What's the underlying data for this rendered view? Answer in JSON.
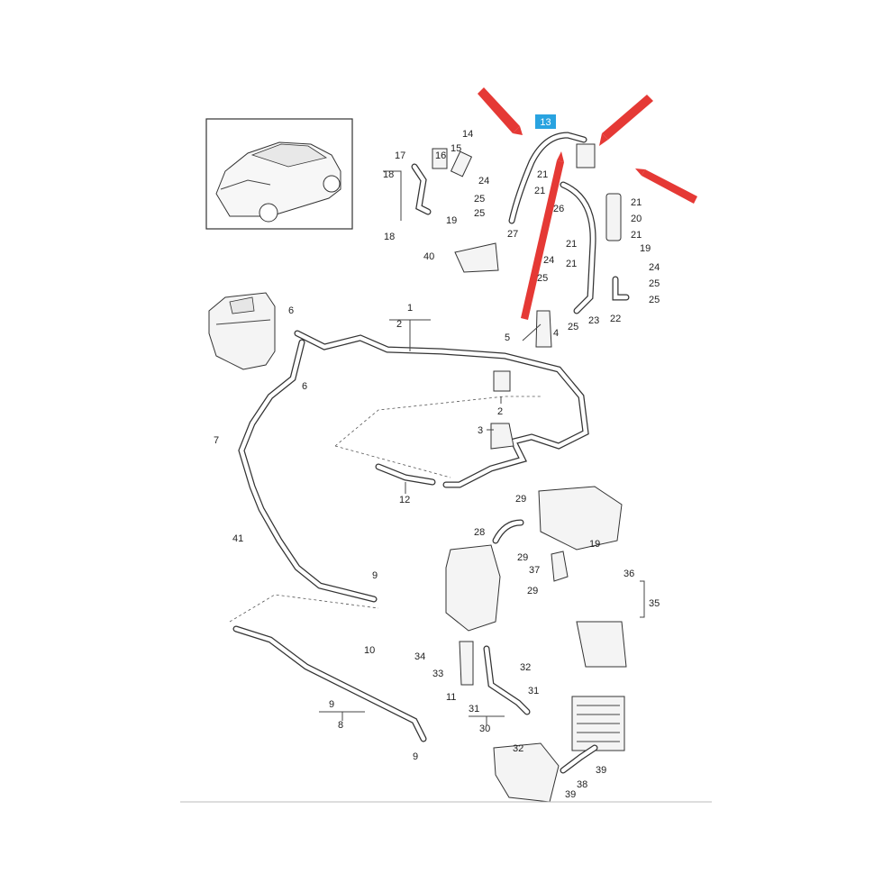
{
  "highlight": {
    "label": "13",
    "color": "#29a3e0"
  },
  "arrow_color": "#e53935",
  "callouts": [
    {
      "id": "c14",
      "text": "14"
    },
    {
      "id": "c15",
      "text": "15"
    },
    {
      "id": "c16",
      "text": "16"
    },
    {
      "id": "c17",
      "text": "17"
    },
    {
      "id": "c18a",
      "text": "18"
    },
    {
      "id": "c18b",
      "text": "18"
    },
    {
      "id": "c19a",
      "text": "19"
    },
    {
      "id": "c24a",
      "text": "24"
    },
    {
      "id": "c25a",
      "text": "25"
    },
    {
      "id": "c25b",
      "text": "25"
    },
    {
      "id": "c27",
      "text": "27"
    },
    {
      "id": "c21a",
      "text": "21"
    },
    {
      "id": "c21b",
      "text": "21"
    },
    {
      "id": "c21c",
      "text": "21"
    },
    {
      "id": "c26",
      "text": "26"
    },
    {
      "id": "c21d",
      "text": "21"
    },
    {
      "id": "c20",
      "text": "20"
    },
    {
      "id": "c21e",
      "text": "21"
    },
    {
      "id": "c21f",
      "text": "21"
    },
    {
      "id": "c19b",
      "text": "19"
    },
    {
      "id": "c24b",
      "text": "24"
    },
    {
      "id": "c24c",
      "text": "24"
    },
    {
      "id": "c25c",
      "text": "25"
    },
    {
      "id": "c25d",
      "text": "25"
    },
    {
      "id": "c25e",
      "text": "25"
    },
    {
      "id": "c23",
      "text": "23"
    },
    {
      "id": "c22",
      "text": "22"
    },
    {
      "id": "c25f",
      "text": "25"
    },
    {
      "id": "c40",
      "text": "40"
    },
    {
      "id": "c1",
      "text": "1"
    },
    {
      "id": "c2a",
      "text": "2"
    },
    {
      "id": "c2b",
      "text": "2"
    },
    {
      "id": "c3",
      "text": "3"
    },
    {
      "id": "c4",
      "text": "4"
    },
    {
      "id": "c5",
      "text": "5"
    },
    {
      "id": "c6a",
      "text": "6"
    },
    {
      "id": "c6b",
      "text": "6"
    },
    {
      "id": "c7",
      "text": "7"
    },
    {
      "id": "c12",
      "text": "12"
    },
    {
      "id": "c41",
      "text": "41"
    },
    {
      "id": "c9a",
      "text": "9"
    },
    {
      "id": "c29a",
      "text": "29"
    },
    {
      "id": "c28",
      "text": "28"
    },
    {
      "id": "c29b",
      "text": "29"
    },
    {
      "id": "c19c",
      "text": "19"
    },
    {
      "id": "c37",
      "text": "37"
    },
    {
      "id": "c36",
      "text": "36"
    },
    {
      "id": "c29c",
      "text": "29"
    },
    {
      "id": "c35",
      "text": "35"
    },
    {
      "id": "c10",
      "text": "10"
    },
    {
      "id": "c34",
      "text": "34"
    },
    {
      "id": "c33",
      "text": "33"
    },
    {
      "id": "c32a",
      "text": "32"
    },
    {
      "id": "c31a",
      "text": "31"
    },
    {
      "id": "c31b",
      "text": "31"
    },
    {
      "id": "c11",
      "text": "11"
    },
    {
      "id": "c9b",
      "text": "9"
    },
    {
      "id": "c8",
      "text": "8"
    },
    {
      "id": "c30",
      "text": "30"
    },
    {
      "id": "c32b",
      "text": "32"
    },
    {
      "id": "c9c",
      "text": "9"
    },
    {
      "id": "c39a",
      "text": "39"
    },
    {
      "id": "c38",
      "text": "38"
    },
    {
      "id": "c39b",
      "text": "39"
    }
  ]
}
